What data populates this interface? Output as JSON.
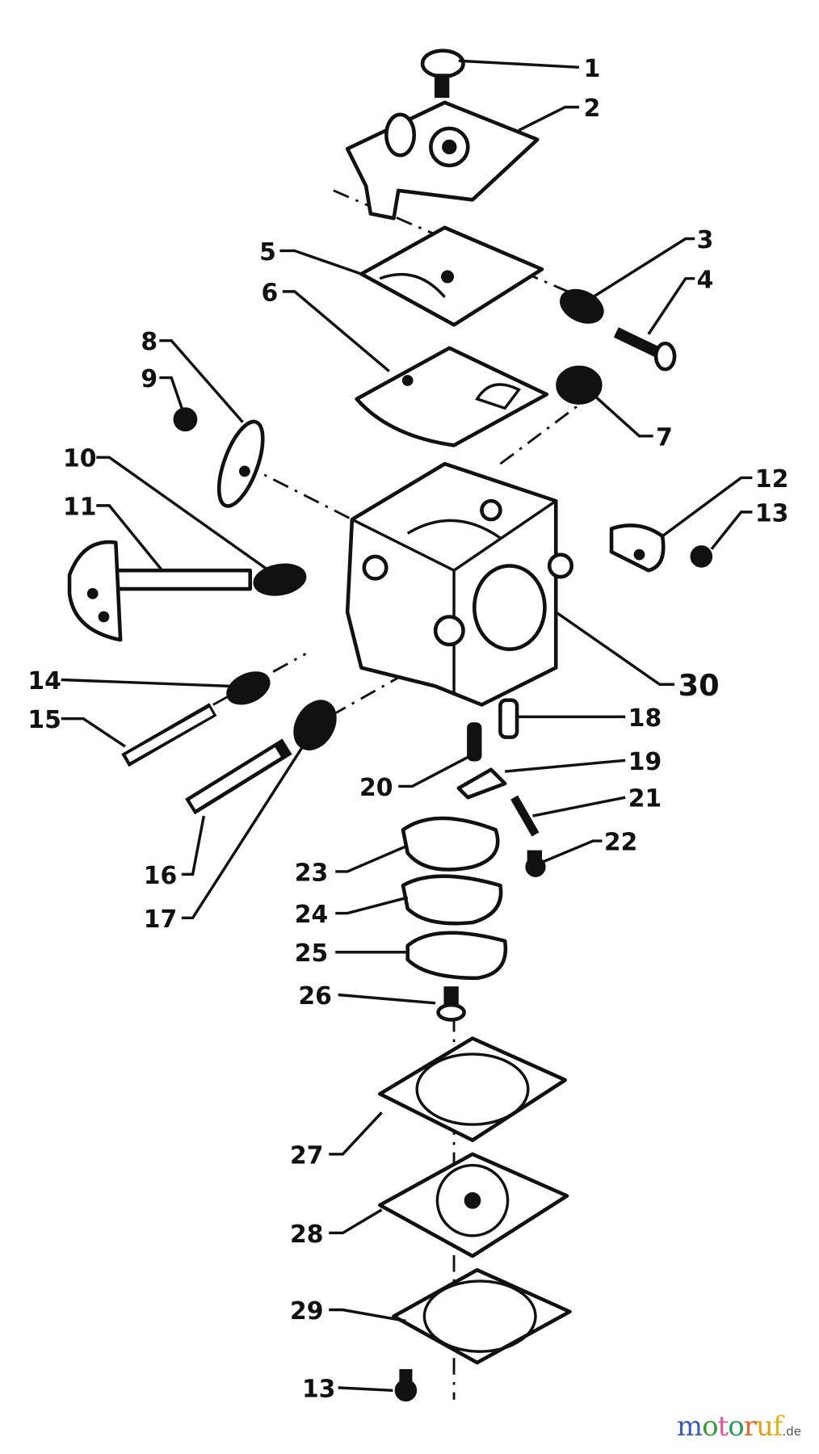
{
  "diagram": {
    "title": "Carburetor exploded parts diagram",
    "labels": [
      "1",
      "2",
      "3",
      "4",
      "5",
      "6",
      "7",
      "8",
      "9",
      "10",
      "11",
      "12",
      "13",
      "14",
      "15",
      "16",
      "17",
      "18",
      "19",
      "20",
      "21",
      "22",
      "23",
      "24",
      "25",
      "26",
      "27",
      "28",
      "29",
      "13",
      "30"
    ]
  },
  "watermark": {
    "letters": [
      "m",
      "o",
      "t",
      "o",
      "r",
      "u",
      "f"
    ],
    "colors": [
      "#3b5bb5",
      "#3b9a3b",
      "#e0559a",
      "#2f9a5a",
      "#e06a2a",
      "#e0a020",
      "#e0b820"
    ],
    "suffix": ".de"
  }
}
